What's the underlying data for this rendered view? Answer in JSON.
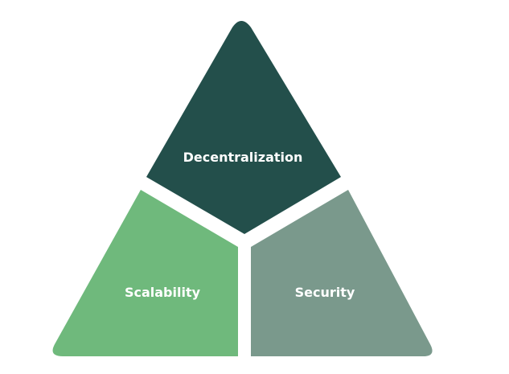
{
  "diagram": {
    "type": "trilemma-triangle",
    "segments": [
      {
        "id": "top",
        "label": "Decentralization",
        "color": "#234f4b"
      },
      {
        "id": "left",
        "label": "Scalability",
        "color": "#6fb97c"
      },
      {
        "id": "right",
        "label": "Security",
        "color": "#7a998c"
      }
    ],
    "background": "#ffffff"
  }
}
